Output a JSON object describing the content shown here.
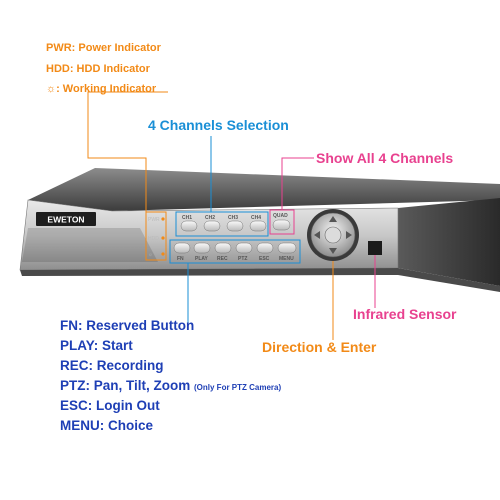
{
  "indicators": {
    "pwr": "PWR: Power Indicator",
    "hdd": "HDD: HDD Indicator",
    "working": "☼: Working Indicator"
  },
  "callouts": {
    "channels_selection": "4 Channels Selection",
    "show_all": "Show All 4 Channels",
    "infrared": "Infrared Sensor",
    "direction": "Direction & Enter"
  },
  "device": {
    "brand": "EWETON",
    "led_labels": [
      "PWR",
      "HDD",
      "☼"
    ],
    "channel_buttons": [
      "CH1",
      "CH2",
      "CH3",
      "CH4"
    ],
    "quad_button": "QUAD",
    "function_buttons": [
      "FN",
      "PLAY",
      "REC",
      "PTZ",
      "ESC",
      "MENU"
    ]
  },
  "legend": {
    "fn": "FN: Reserved Button",
    "play": "PLAY: Start",
    "rec": "REC: Recording",
    "ptz": "PTZ: Pan, Tilt, Zoom",
    "ptz_note": "(Only For PTZ Camera)",
    "esc": "ESC: Login Out",
    "menu": "MENU: Choice"
  },
  "colors": {
    "orange": "#f28a17",
    "blue": "#1a8fd6",
    "pink": "#e8418f",
    "navy": "#1e3fb5"
  }
}
